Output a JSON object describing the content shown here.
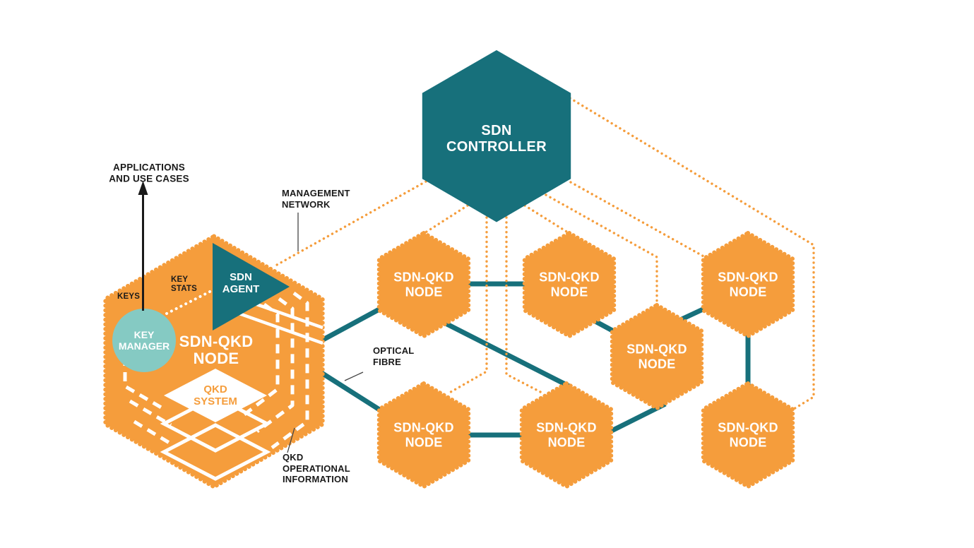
{
  "colors": {
    "orange": "#F59D3C",
    "teal": "#17707B",
    "light_teal": "#85CAC3",
    "label_black": "#1A1A1A",
    "white": "#FFFFFF"
  },
  "controller": {
    "lines": [
      "SDN",
      "CONTROLLER"
    ]
  },
  "node_label": {
    "lines": [
      "SDN-QKD",
      "NODE"
    ]
  },
  "big_node": {
    "label_lines": [
      "SDN-QKD",
      "NODE"
    ],
    "sdn_agent_lines": [
      "SDN",
      "AGENT"
    ],
    "key_manager_lines": [
      "KEY",
      "MANAGER"
    ],
    "qkd_system_lines": [
      "QKD",
      "SYSTEM"
    ]
  },
  "annotations": {
    "applications_line1": "APPLICATIONS",
    "applications_line2": "AND USE CASES",
    "management_line1": "MANAGEMENT",
    "management_line2": "NETWORK",
    "optical_line1": "OPTICAL",
    "optical_line2": "FIBRE",
    "qkd_op_line1": "QKD",
    "qkd_op_line2": "OPERATIONAL",
    "qkd_op_line3": "INFORMATION",
    "keys": "KEYS",
    "key_stats_line1": "KEY",
    "key_stats_line2": "STATS"
  }
}
